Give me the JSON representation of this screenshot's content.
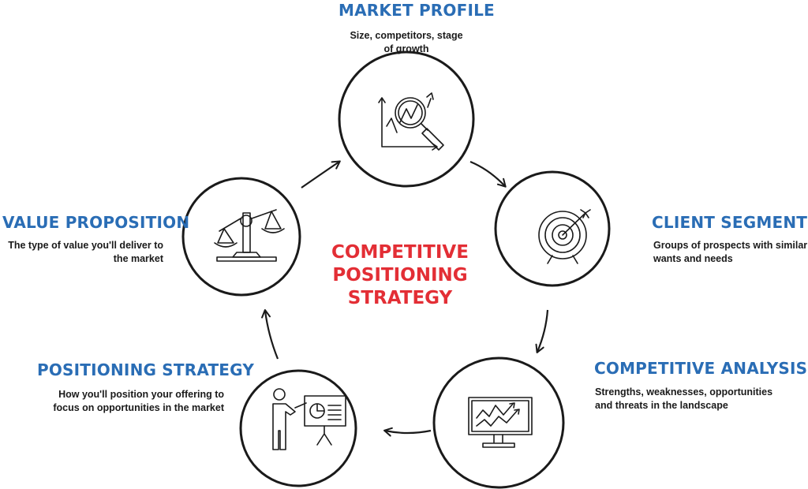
{
  "colors": {
    "title_blue": "#2a6db5",
    "center_red": "#e32e35",
    "ink": "#1a1a1a"
  },
  "center": {
    "lines": [
      "COMPETITIVE",
      "POSITIONING",
      "STRATEGY"
    ]
  },
  "stages": {
    "market_profile": {
      "title": "MARKET PROFILE",
      "description_lines": [
        "Size, competitors, stage",
        "of growth"
      ],
      "icon": "magnifier-chart-icon"
    },
    "client_segments": {
      "title": "CLIENT SEGMENTS",
      "description_lines": [
        "Groups of prospects with similar",
        "wants and needs"
      ],
      "icon": "target-icon"
    },
    "competitive_analysis": {
      "title": "COMPETITIVE ANALYSIS",
      "description_lines": [
        "Strengths, weaknesses, opportunities",
        "and threats in the landscape"
      ],
      "icon": "monitor-chart-icon"
    },
    "positioning_strategy": {
      "title": "POSITIONING STRATEGY",
      "description_lines": [
        "How you'll position your offering to",
        "focus on opportunities in the market"
      ],
      "icon": "presenter-icon"
    },
    "value_proposition": {
      "title": "VALUE PROPOSITION",
      "description_lines": [
        "The type of value you'll deliver to",
        "the market"
      ],
      "icon": "scales-icon"
    }
  }
}
